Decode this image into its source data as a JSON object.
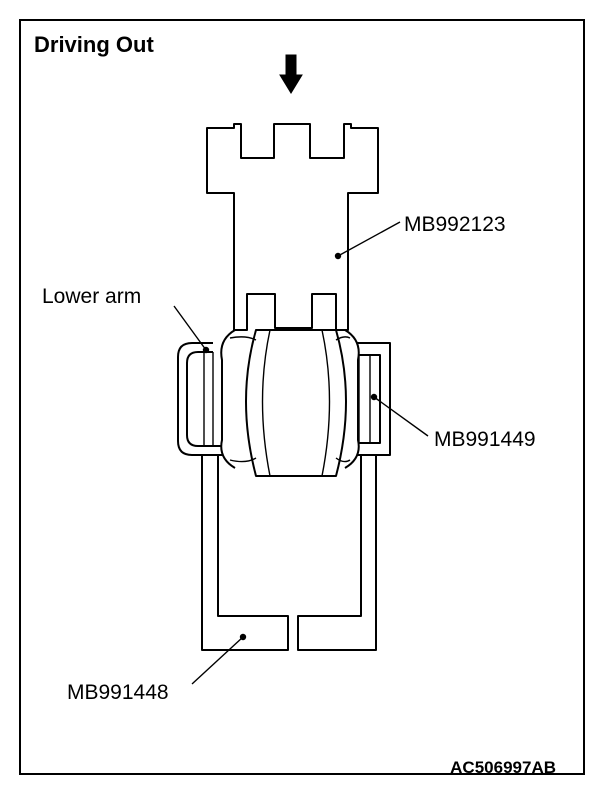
{
  "title": "Driving Out",
  "labels": {
    "tool_top": "MB992123",
    "lower_arm": "Lower arm",
    "tool_right": "MB991449",
    "tool_bottom": "MB991448"
  },
  "figure_code": "AC506997AB"
}
